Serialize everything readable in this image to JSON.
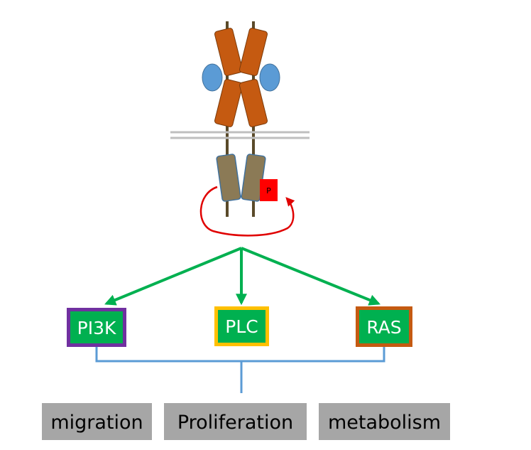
{
  "receptor": {
    "phospho_label": "P"
  },
  "nodes": [
    {
      "label": "PI3K",
      "border_color": "#7030a0",
      "fill_color": "#00b050"
    },
    {
      "label": "PLC",
      "border_color": "#ffc000",
      "fill_color": "#00b050"
    },
    {
      "label": "RAS",
      "border_color": "#c55a11",
      "fill_color": "#00b050"
    }
  ],
  "outcomes": [
    {
      "label": "migration"
    },
    {
      "label": "Proliferation"
    },
    {
      "label": "metabolism"
    }
  ],
  "colors": {
    "extracellular_domain": "#c55a11",
    "ligand": "#5b9bd5",
    "kinase_domain": "#8b7a56",
    "transmembrane_stalk": "#5a4a2a",
    "membrane": "#bfbfbf",
    "autophosphorylation_arrow": "#e00000",
    "phospho_tag": "#ff0000",
    "signal_arrows": "#00b050",
    "connector_lines": "#5b9bd5",
    "outcome_boxes": "#a6a6a6"
  }
}
